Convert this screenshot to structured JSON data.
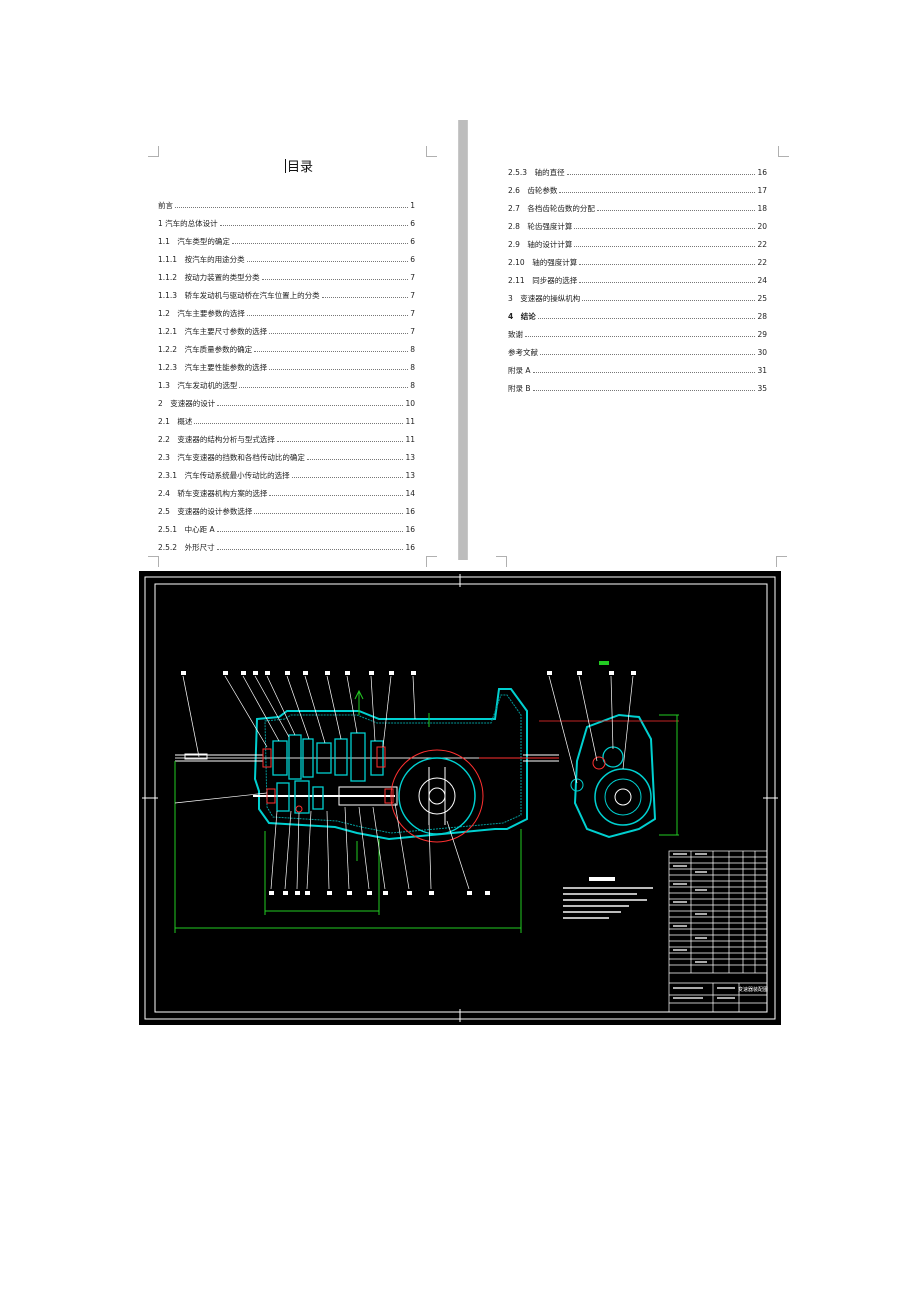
{
  "toc": {
    "title": "目录",
    "left_entries": [
      {
        "label": "前言",
        "page": "1"
      },
      {
        "label": "1 汽车的总体设计",
        "page": "6"
      },
      {
        "label": "1.1　汽车类型的确定",
        "page": "6"
      },
      {
        "label": "1.1.1　按汽车的用途分类",
        "page": "6"
      },
      {
        "label": "1.1.2　按动力装置的类型分类",
        "page": "7"
      },
      {
        "label": "1.1.3　轿车发动机与驱动桥在汽车位置上的分类",
        "page": "7"
      },
      {
        "label": "1.2　汽车主要参数的选择",
        "page": "7"
      },
      {
        "label": "1.2.1　汽车主要尺寸参数的选择",
        "page": "7"
      },
      {
        "label": "1.2.2　汽车质量参数的确定",
        "page": "8"
      },
      {
        "label": "1.2.3　汽车主要性能参数的选择",
        "page": "8"
      },
      {
        "label": "1.3　汽车发动机的选型",
        "page": "8"
      },
      {
        "label": "2　变速器的设计",
        "page": "10"
      },
      {
        "label": "2.1　概述",
        "page": "11"
      },
      {
        "label": "2.2　变速器的结构分析与型式选择",
        "page": "11"
      },
      {
        "label": "2.3　汽车变速器的挡数和各档传动比的确定",
        "page": "13"
      },
      {
        "label": "2.3.1　汽车传动系统最小传动比的选择",
        "page": "13"
      },
      {
        "label": "2.4　轿车变速器机构方案的选择",
        "page": "14"
      },
      {
        "label": "2.5　变速器的设计参数选择",
        "page": "16"
      },
      {
        "label": "2.5.1　中心距 A",
        "page": "16"
      },
      {
        "label": "2.5.2　外形尺寸",
        "page": "16"
      }
    ],
    "right_entries": [
      {
        "label": "2.5.3　轴的直径",
        "page": "16"
      },
      {
        "label": "2.6　齿轮参数",
        "page": "17"
      },
      {
        "label": "2.7　各档齿轮齿数的分配",
        "page": "18"
      },
      {
        "label": "2.8　轮齿强度计算",
        "page": "20"
      },
      {
        "label": "2.9　轴的设计计算",
        "page": "22"
      },
      {
        "label": "2.10　轴的强度计算",
        "page": "22"
      },
      {
        "label": "2.11　同步器的选择",
        "page": "24"
      },
      {
        "label": "3　变速器的操纵机构",
        "page": "25"
      },
      {
        "label": "4　结论",
        "page": "28",
        "bold": true
      },
      {
        "label": "致谢",
        "page": "29"
      },
      {
        "label": "参考文献",
        "page": "30"
      },
      {
        "label": "附录 A",
        "page": "31"
      },
      {
        "label": "附录 B",
        "page": "35"
      }
    ]
  },
  "drawing": {
    "background_color": "#000000",
    "line_colors": {
      "outline": "#ffffff",
      "section": "#00e5e5",
      "dimension": "#22cc22",
      "center": "#ff3030",
      "hatch": "#00b3b3"
    },
    "drawing_title": "变速器装配图"
  }
}
